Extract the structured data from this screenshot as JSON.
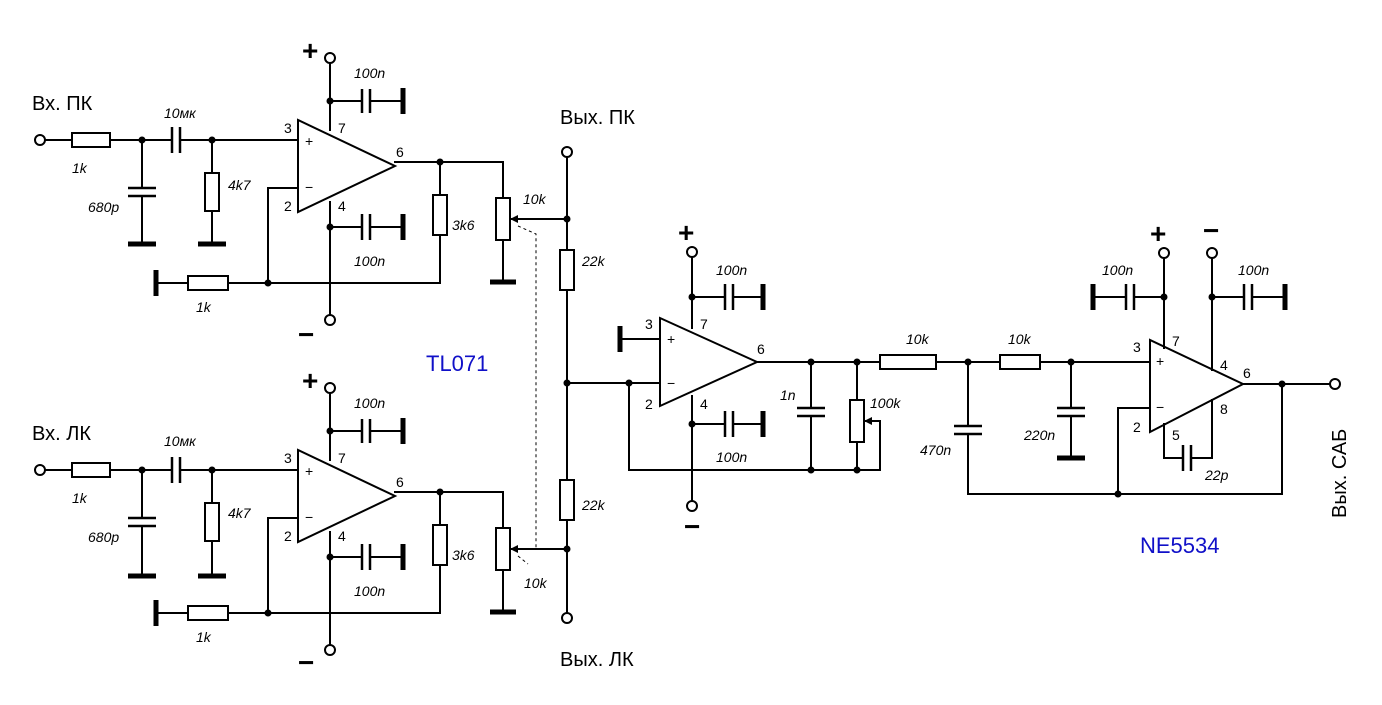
{
  "labels": {
    "in_left": "Вх. ПК",
    "in_right": "Вх. ЛК",
    "out_left": "Вых. ПК",
    "out_right": "Вых. ЛК",
    "out_sub": "Вых. САБ",
    "chip_tl071": "TL071",
    "chip_ne5534": "NE5534"
  },
  "signs": {
    "plus": "+",
    "minus": "−"
  },
  "pins": {
    "p2": "2",
    "p3": "3",
    "p4": "4",
    "p5": "5",
    "p6": "6",
    "p7": "7",
    "p8": "8",
    "in_plus": "+",
    "in_minus": "−"
  },
  "components": {
    "r_1k": "1k",
    "c_10uf": "10мк",
    "c_680p": "680p",
    "r_4k7": "4k7",
    "r_3k6": "3k6",
    "c_100n": "100n",
    "pot_10k": "10k",
    "r_22k": "22k",
    "c_1n": "1n",
    "pot_100k": "100k",
    "r_10k": "10k",
    "c_470n": "470n",
    "c_220n": "220n",
    "c_22p": "22p"
  }
}
